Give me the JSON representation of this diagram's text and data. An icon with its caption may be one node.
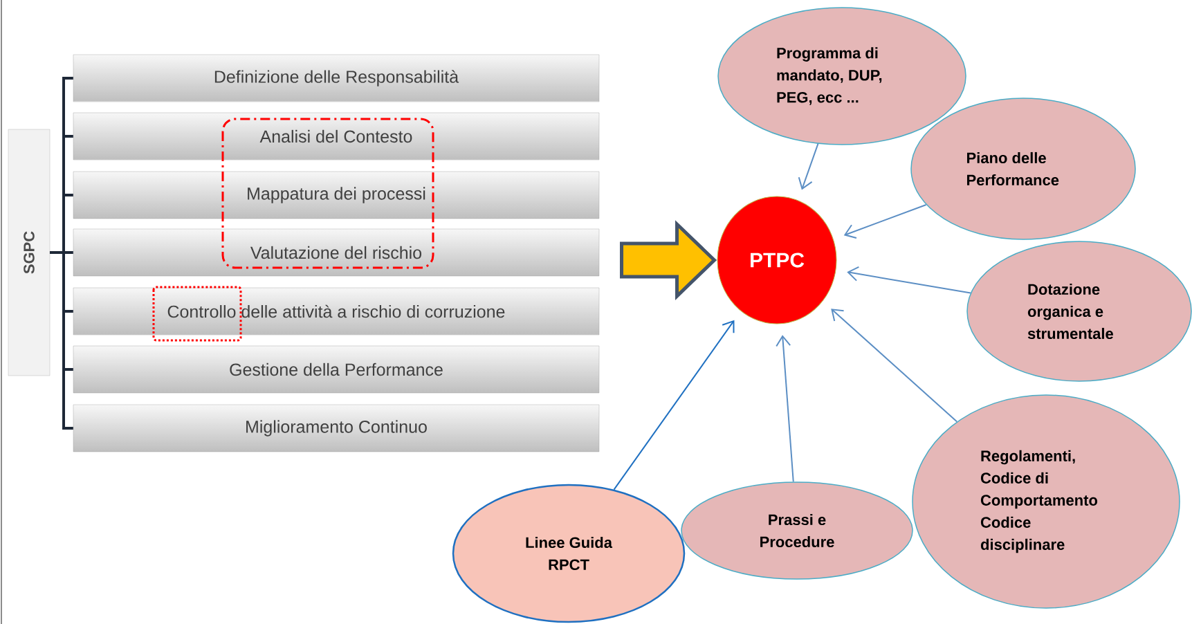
{
  "diagram": {
    "nodes": [
      {
        "text": [
          "SGPC"
        ]
      },
      {
        "text": [
          "Definizione delle Responsabilità"
        ]
      },
      {
        "text": [
          "Analisi del Contesto"
        ]
      },
      {
        "text": [
          "Mappatura dei processi"
        ]
      },
      {
        "text": [
          "Valutazione del rischio"
        ]
      },
      {
        "text": [
          "Controllo delle attività a rischio di corruzione"
        ]
      },
      {
        "text": [
          "Gestione della Performance"
        ]
      },
      {
        "text": [
          "Miglioramento Continuo"
        ]
      },
      {
        "text": [
          "PTPC"
        ]
      },
      {
        "text": [
          "Programma di mandato, DUP, PEG, ecc ..."
        ]
      },
      {
        "text": [
          "Piano delle Performance"
        ]
      },
      {
        "text": [
          "Dotazione organica e strumentale"
        ]
      },
      {
        "text": [
          "Regolamenti, Codice di Comportamento Codice disciplinare"
        ]
      },
      {
        "text": [
          "Prassi e Procedure"
        ]
      },
      {
        "text": [
          "Linee Guida RPCT"
        ]
      }
    ],
    "edges": [
      {
        "from": 0,
        "to": 1,
        "arrow": "none"
      },
      {
        "from": 0,
        "to": 2,
        "arrow": "none"
      },
      {
        "from": 0,
        "to": 3,
        "arrow": "none"
      },
      {
        "from": 0,
        "to": 4,
        "arrow": "none"
      },
      {
        "from": 0,
        "to": 5,
        "arrow": "none"
      },
      {
        "from": 0,
        "to": 6,
        "arrow": "none"
      },
      {
        "from": 0,
        "to": 7,
        "arrow": "none"
      },
      {
        "from": null,
        "to": 8,
        "arrow": "to",
        "style": "thick",
        "color": "#ffc000"
      },
      {
        "from": 9,
        "to": 8,
        "arrow": "to",
        "color": "#5b8ec4"
      },
      {
        "from": 10,
        "to": 8,
        "arrow": "to",
        "color": "#5b8ec4"
      },
      {
        "from": 11,
        "to": 8,
        "arrow": "to",
        "color": "#5b8ec4"
      },
      {
        "from": 12,
        "to": 8,
        "arrow": "to",
        "color": "#5b8ec4"
      },
      {
        "from": 13,
        "to": 8,
        "arrow": "to",
        "color": "#5b8ec4"
      },
      {
        "from": 14,
        "to": 8,
        "arrow": "to",
        "color": "#1f70c1"
      }
    ]
  }
}
